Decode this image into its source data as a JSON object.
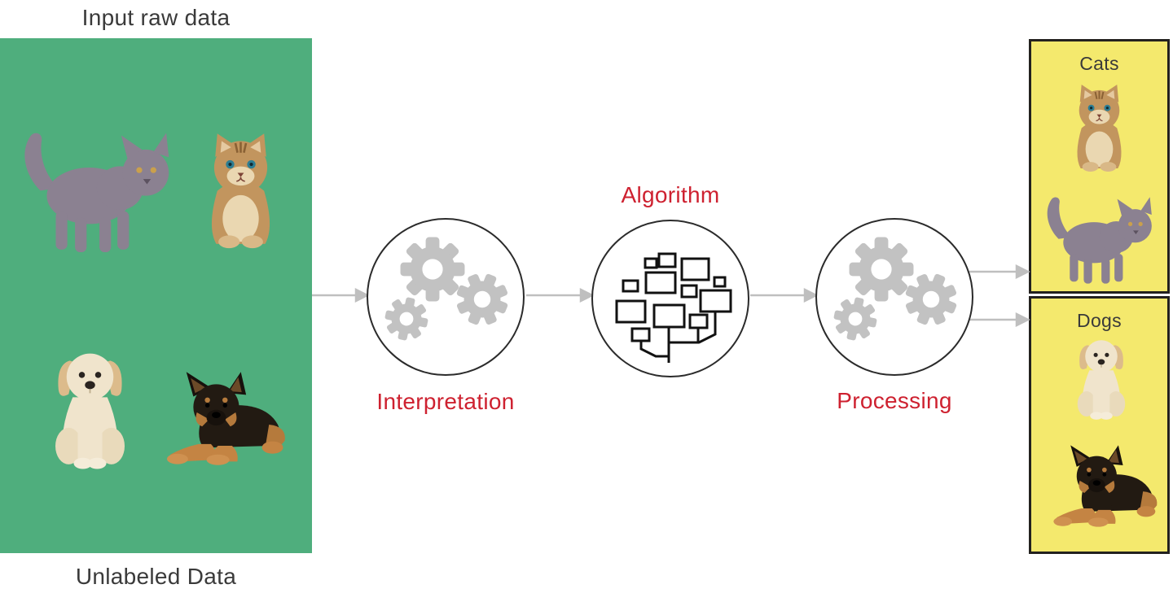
{
  "input_panel": {
    "title": "Input raw data",
    "caption": "Unlabeled Data",
    "images": [
      "gray-kitten",
      "tan-kitten",
      "cream-puppy",
      "shepherd-puppy"
    ]
  },
  "stages": [
    {
      "label": "Interpretation",
      "icon": "gears-icon",
      "label_position": "below"
    },
    {
      "label": "Algorithm",
      "icon": "flowchart-icon",
      "label_position": "above"
    },
    {
      "label": "Processing",
      "icon": "gears-icon",
      "label_position": "below"
    }
  ],
  "output_panels": [
    {
      "label": "Cats",
      "images": [
        "tan-kitten",
        "gray-kitten"
      ]
    },
    {
      "label": "Dogs",
      "images": [
        "cream-puppy",
        "shepherd-puppy"
      ]
    }
  ],
  "colors": {
    "input_green": "#4fae7d",
    "output_yellow": "#f4e96d",
    "label_red": "#ce2130",
    "gear_gray": "#c2c2c2",
    "arrow_gray": "#bfbfbf",
    "text_dark": "#3a3a3a",
    "outline_dark": "#2b2b2b"
  }
}
